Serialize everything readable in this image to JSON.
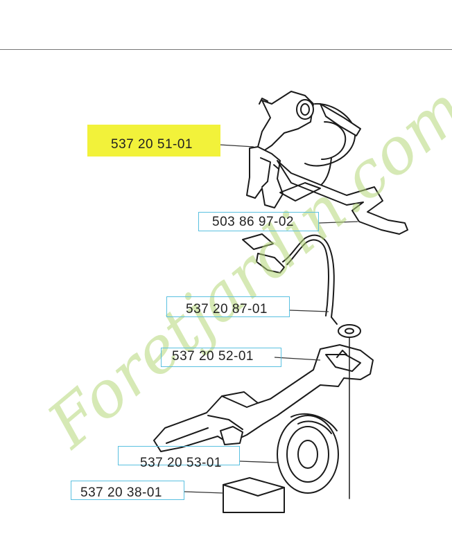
{
  "part_numbers": {
    "p1": "537 20 51-01",
    "p2": "503 86 97-02",
    "p3": "537 20 87-01",
    "p4": "537 20 52-01",
    "p5": "537 20 53-01",
    "p6": "537 20 38-01"
  },
  "watermark": "Foretjardin.com",
  "colors": {
    "highlight": "#f2f23a",
    "box_border": "#59c0e0",
    "watermark": "#b4d778"
  }
}
